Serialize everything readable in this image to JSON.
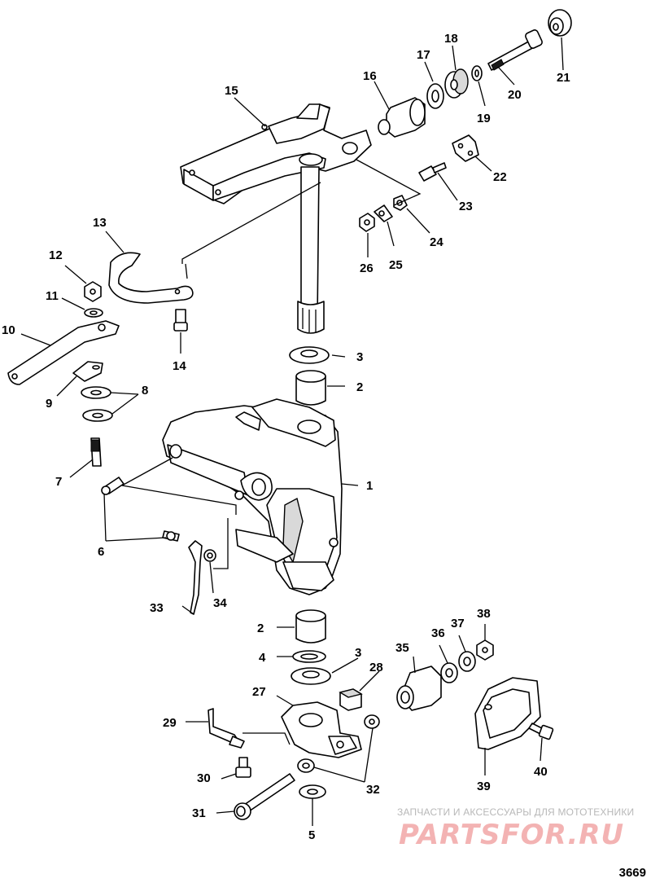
{
  "figure_number": "3669",
  "watermark": {
    "caption": "ЗАПЧАСТИ И АКСЕССУАРЫ ДЛЯ МОТОТЕХНИКИ",
    "logo": "PARTSFOR.RU"
  },
  "callouts": [
    "1",
    "2",
    "3",
    "4",
    "5",
    "6",
    "7",
    "8",
    "9",
    "10",
    "11",
    "12",
    "13",
    "14",
    "15",
    "16",
    "17",
    "18",
    "19",
    "20",
    "21",
    "22",
    "23",
    "24",
    "25",
    "26",
    "27",
    "28",
    "29",
    "30",
    "31",
    "32",
    "33",
    "34",
    "35",
    "36",
    "37",
    "38",
    "39",
    "40"
  ]
}
